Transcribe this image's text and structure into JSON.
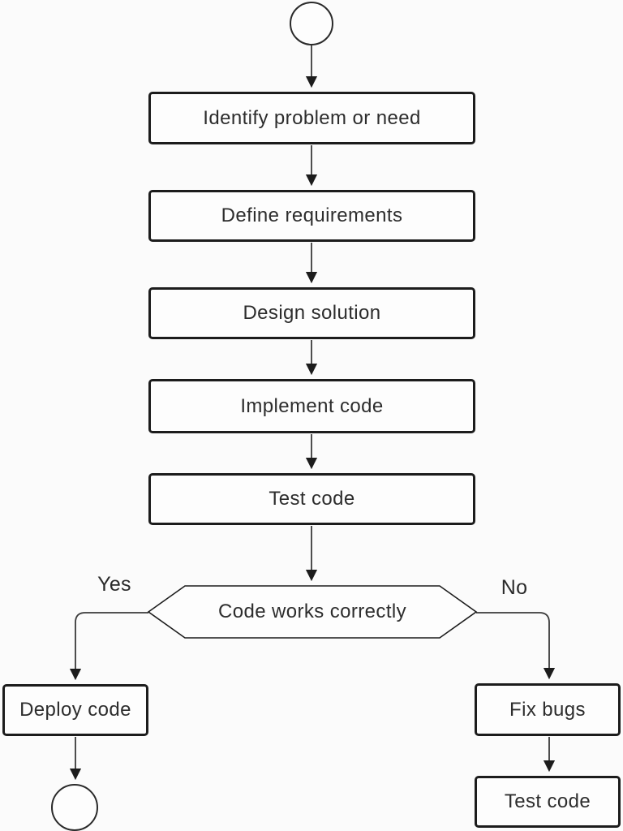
{
  "flowchart": {
    "nodes": {
      "identify": "Identify problem or need",
      "define": "Define requirements",
      "design": "Design solution",
      "implement": "Implement code",
      "test": "Test code",
      "decision": "Code works correctly",
      "deploy": "Deploy code",
      "fix_bugs": "Fix bugs",
      "retest": "Test code"
    },
    "branch_labels": {
      "yes": "Yes",
      "no": "No"
    },
    "colors": {
      "node_border": "#1c1c1c",
      "node_fill": "#fdfdfd",
      "connector": "#3a3a3a",
      "text": "#2d2d2d",
      "background": "#fbfbfb"
    }
  }
}
